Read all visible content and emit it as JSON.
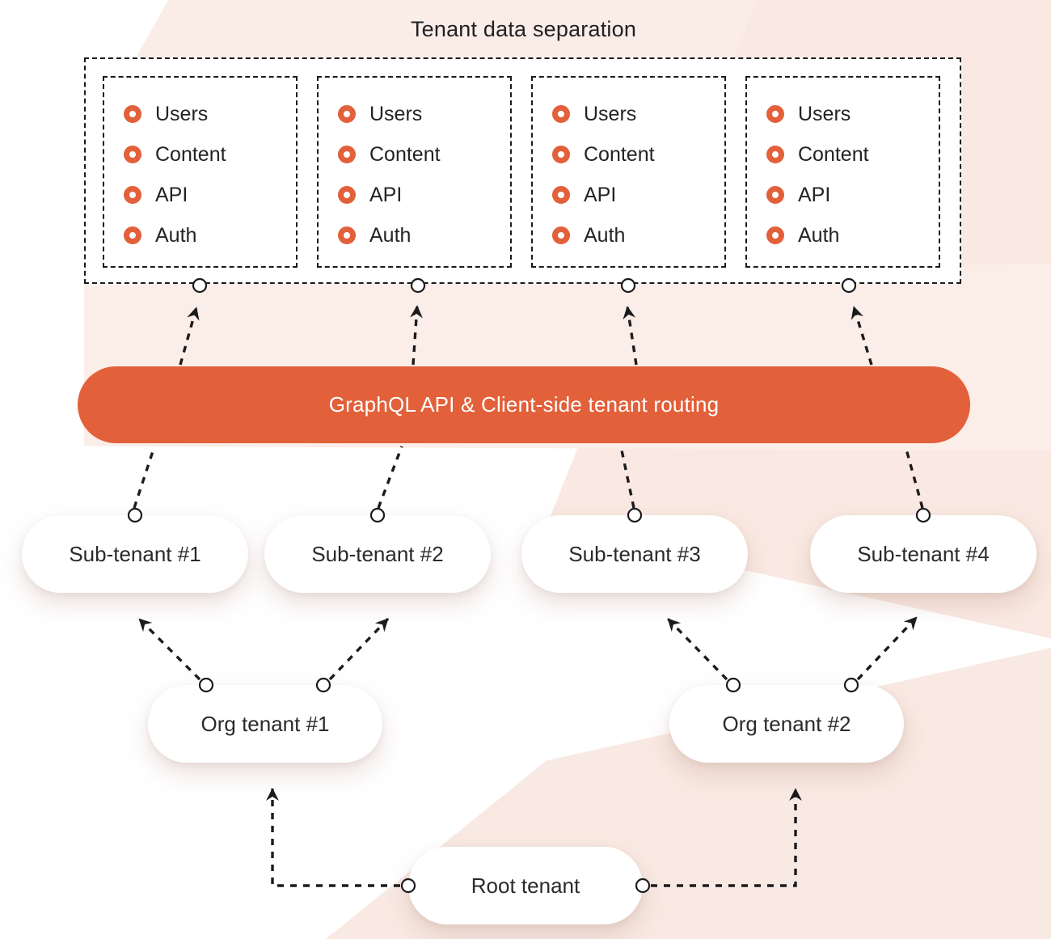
{
  "title": "Tenant data separation",
  "colors": {
    "accent": "#E2603A",
    "ink": "#26262A",
    "line": "#1B1B1E",
    "pill": "#FFFFFF",
    "bar_text": "#FFFFFF",
    "bg_tint_1": "#FAEDE8",
    "bg_tint_2": "#F9E9E2",
    "bg_tint_3": "#FBEDE7",
    "bg_tint_4": "#F8E9E2"
  },
  "tenant_boxes": [
    {
      "items": [
        "Users",
        "Content",
        "API",
        "Auth"
      ]
    },
    {
      "items": [
        "Users",
        "Content",
        "API",
        "Auth"
      ]
    },
    {
      "items": [
        "Users",
        "Content",
        "API",
        "Auth"
      ]
    },
    {
      "items": [
        "Users",
        "Content",
        "API",
        "Auth"
      ]
    }
  ],
  "bar": {
    "label": "GraphQL API & Client-side tenant routing"
  },
  "sub_tenants": [
    {
      "label": "Sub-tenant #1"
    },
    {
      "label": "Sub-tenant #2"
    },
    {
      "label": "Sub-tenant #3"
    },
    {
      "label": "Sub-tenant #4"
    }
  ],
  "org_tenants": [
    {
      "label": "Org tenant #1"
    },
    {
      "label": "Org tenant #2"
    }
  ],
  "root_tenant": {
    "label": "Root tenant"
  },
  "icons": {
    "bullet": "donut-bullet-icon"
  }
}
